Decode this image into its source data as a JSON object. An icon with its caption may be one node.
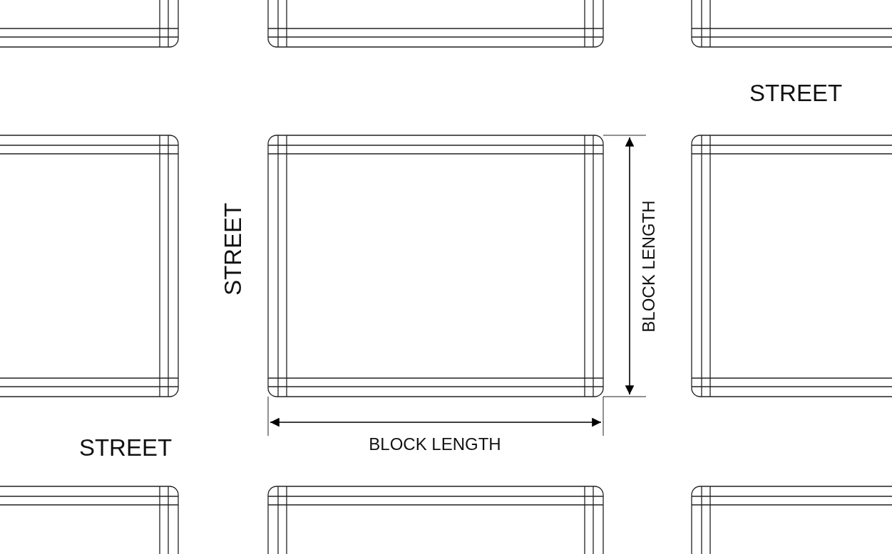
{
  "diagram": {
    "labels": [
      "STREET",
      "STREET",
      "BLOCK LENGTH",
      "BLOCK LENGTH",
      "STREET"
    ]
  }
}
